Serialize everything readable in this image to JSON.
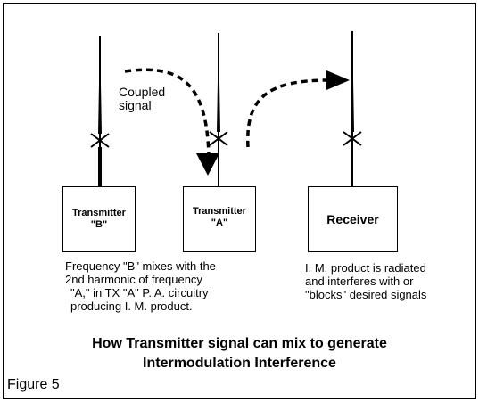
{
  "diagram": {
    "coupled_label_line1": "Coupled",
    "coupled_label_line2": "signal",
    "boxes": {
      "b": {
        "line1": "Transmitter",
        "line2": "\"B\""
      },
      "a": {
        "line1": "Transmitter",
        "line2": "\"A\""
      },
      "r": {
        "line1": "Receiver"
      }
    },
    "notes": {
      "left": [
        "Frequency \"B\" mixes with the",
        "2nd harmonic of frequency",
        "\"A,\" in TX \"A\" P. A. circuitry",
        "producing I. M. product."
      ],
      "right": [
        "I. M. product is radiated",
        "and interferes with or",
        "\"blocks\" desired signals"
      ]
    }
  },
  "caption": {
    "line1": "How Transmitter signal can mix to generate",
    "line2": "Intermodulation Interference"
  },
  "figure_label": "Figure 5"
}
